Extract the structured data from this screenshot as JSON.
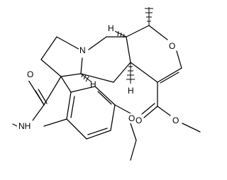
{
  "atoms": {
    "n_ring": "N",
    "o_pyran": "O",
    "o_lactam": "O",
    "nh": "NH",
    "o_ester_carbonyl": "O",
    "o_ester_single": "O",
    "o_methoxy": "O",
    "h_top": "H",
    "h_spiro": "H",
    "h_bridge": "H"
  },
  "colors": {
    "stroke": "#000000",
    "background": "#ffffff"
  }
}
